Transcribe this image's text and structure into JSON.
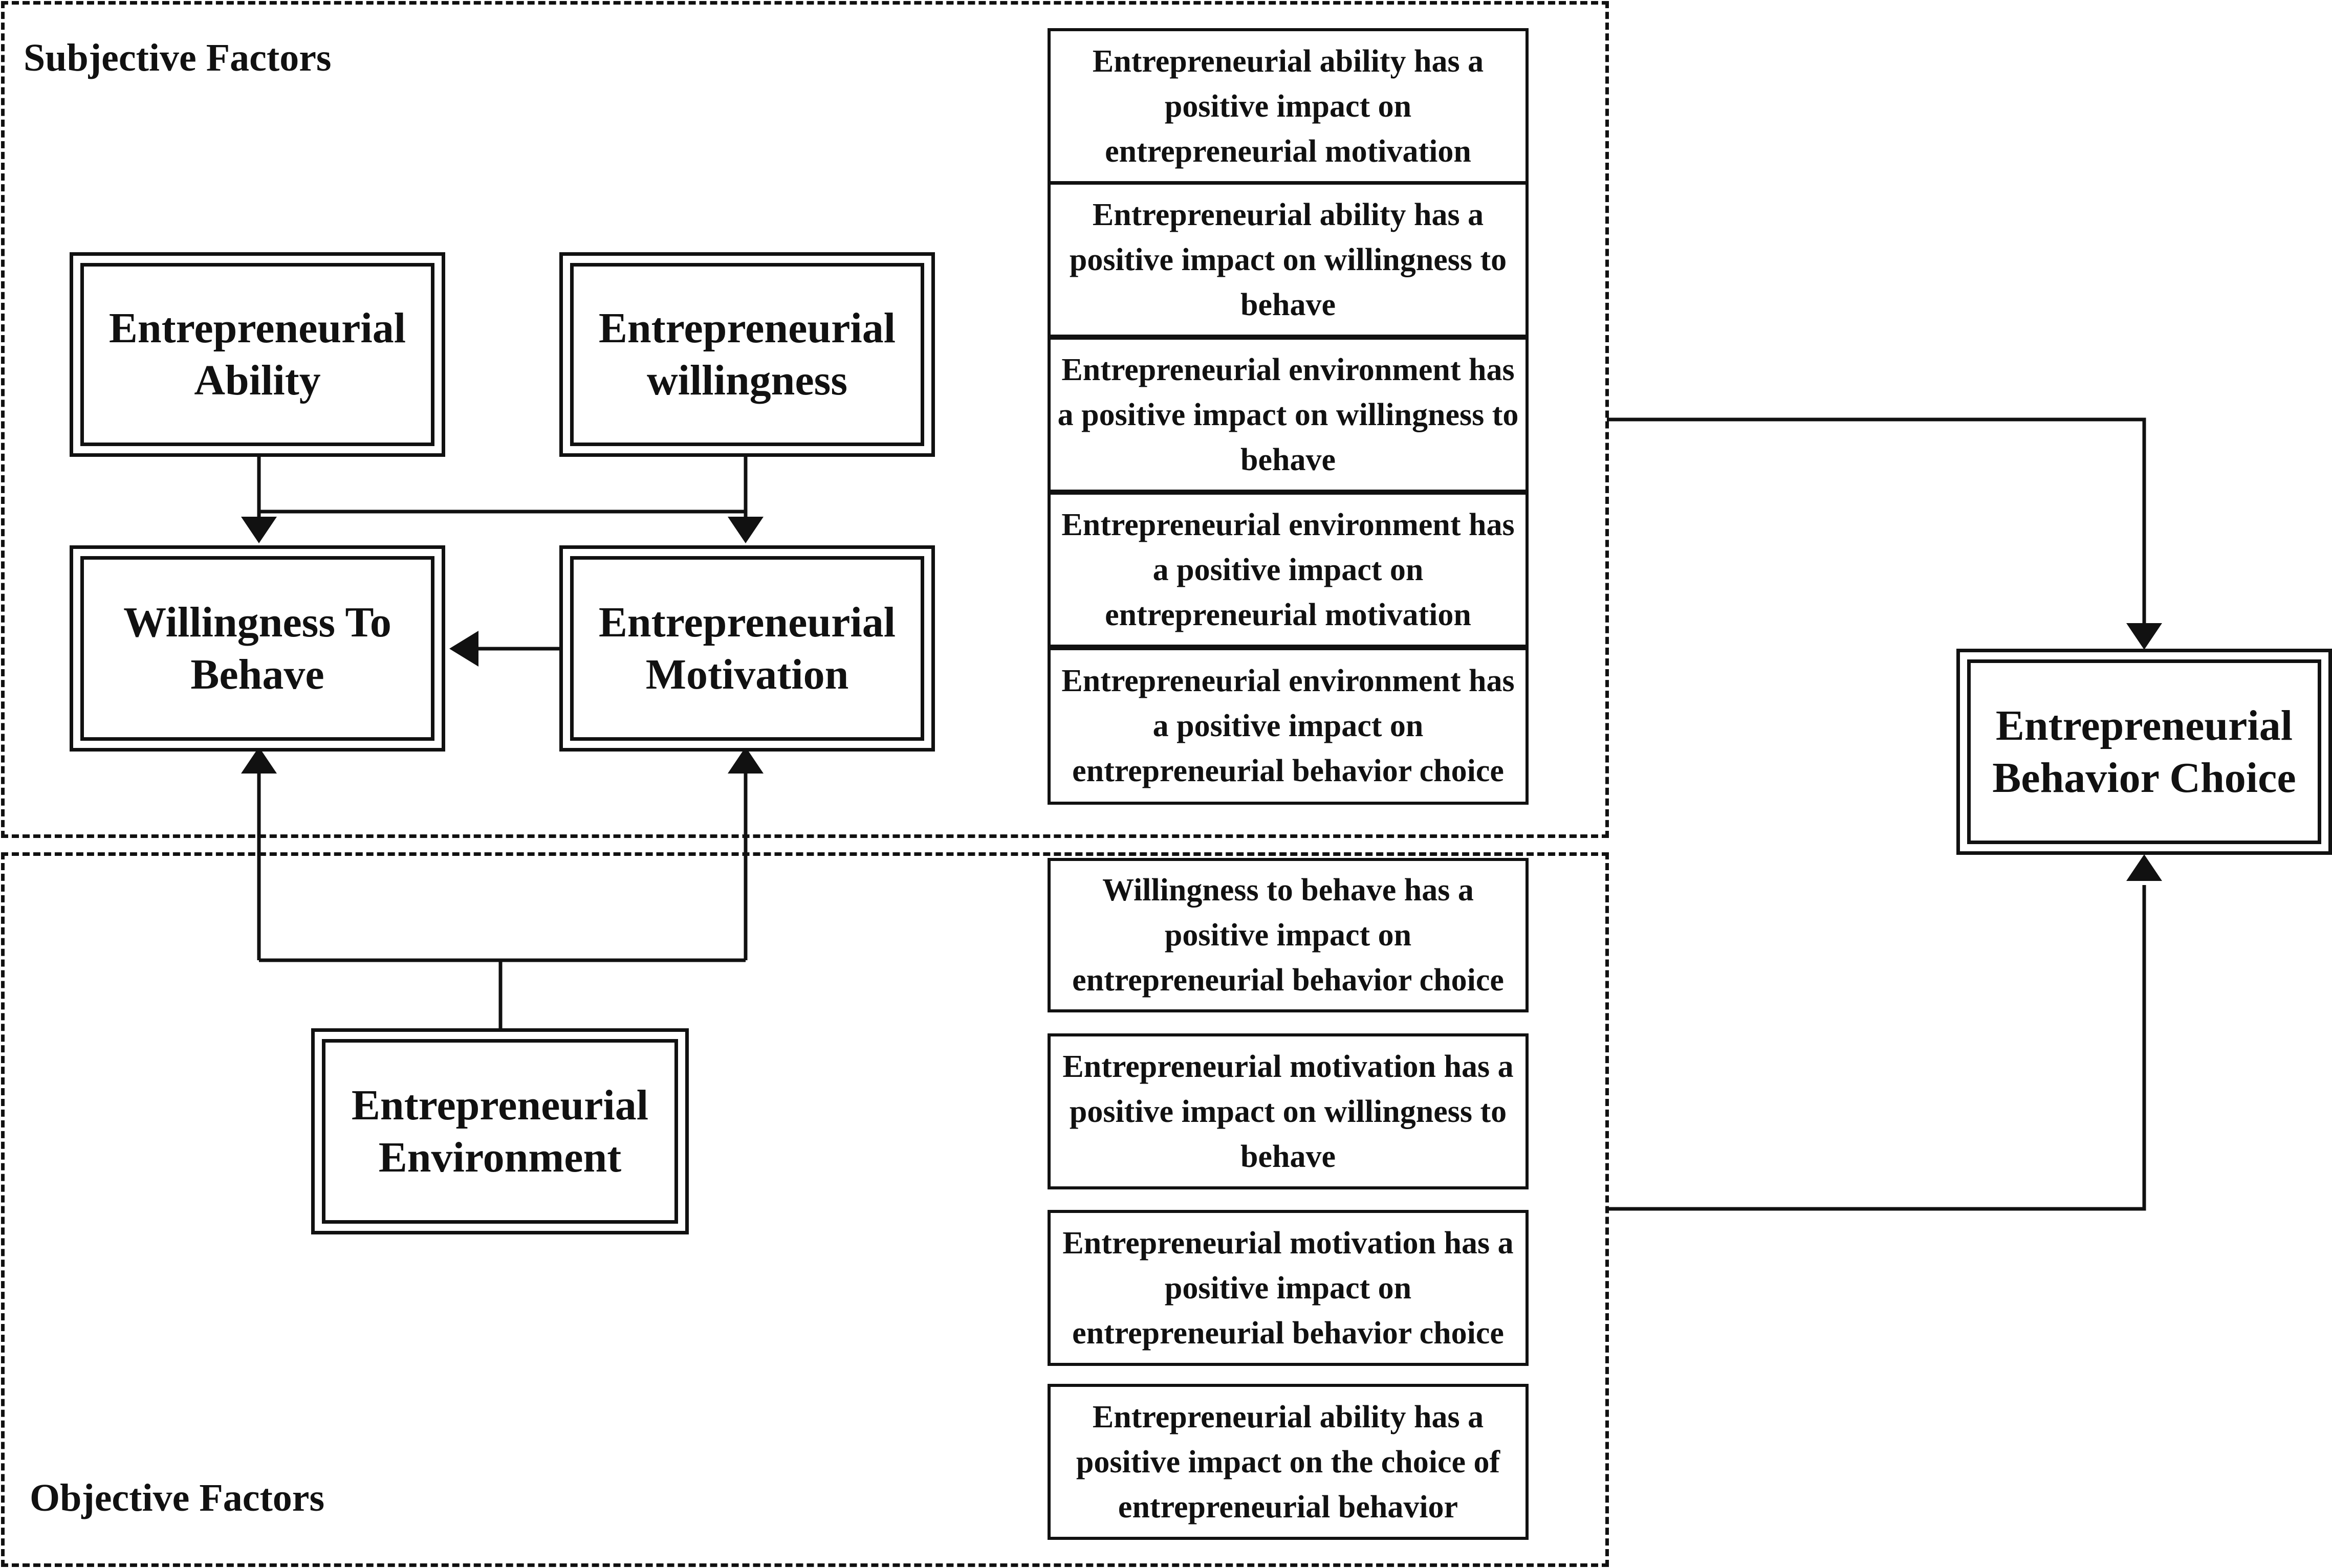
{
  "regions": {
    "subjective": "Subjective Factors",
    "objective": "Objective Factors"
  },
  "nodes": {
    "ability": "Entrepreneurial Ability",
    "willingness": "Entrepreneurial willingness",
    "willingness_to_behave": "Willingness To Behave",
    "motivation": "Entrepreneurial Motivation",
    "environment": "Entrepreneurial Environment",
    "behavior_choice": "Entrepreneurial Behavior Choice"
  },
  "hypotheses": [
    "Entrepreneurial ability has a positive impact on entrepreneurial motivation",
    "Entrepreneurial ability has a positive impact on willingness to behave",
    "Entrepreneurial environment has a positive impact on willingness to behave",
    "Entrepreneurial environment has a positive impact on entrepreneurial motivation",
    "Entrepreneurial environment has a positive impact on entrepreneurial behavior choice",
    "Willingness to behave has a positive impact on entrepreneurial behavior choice",
    "Entrepreneurial motivation has a positive impact on willingness to behave",
    "Entrepreneurial motivation has a positive impact on entrepreneurial behavior choice",
    "Entrepreneurial ability has a positive impact on the choice of entrepreneurial behavior"
  ]
}
